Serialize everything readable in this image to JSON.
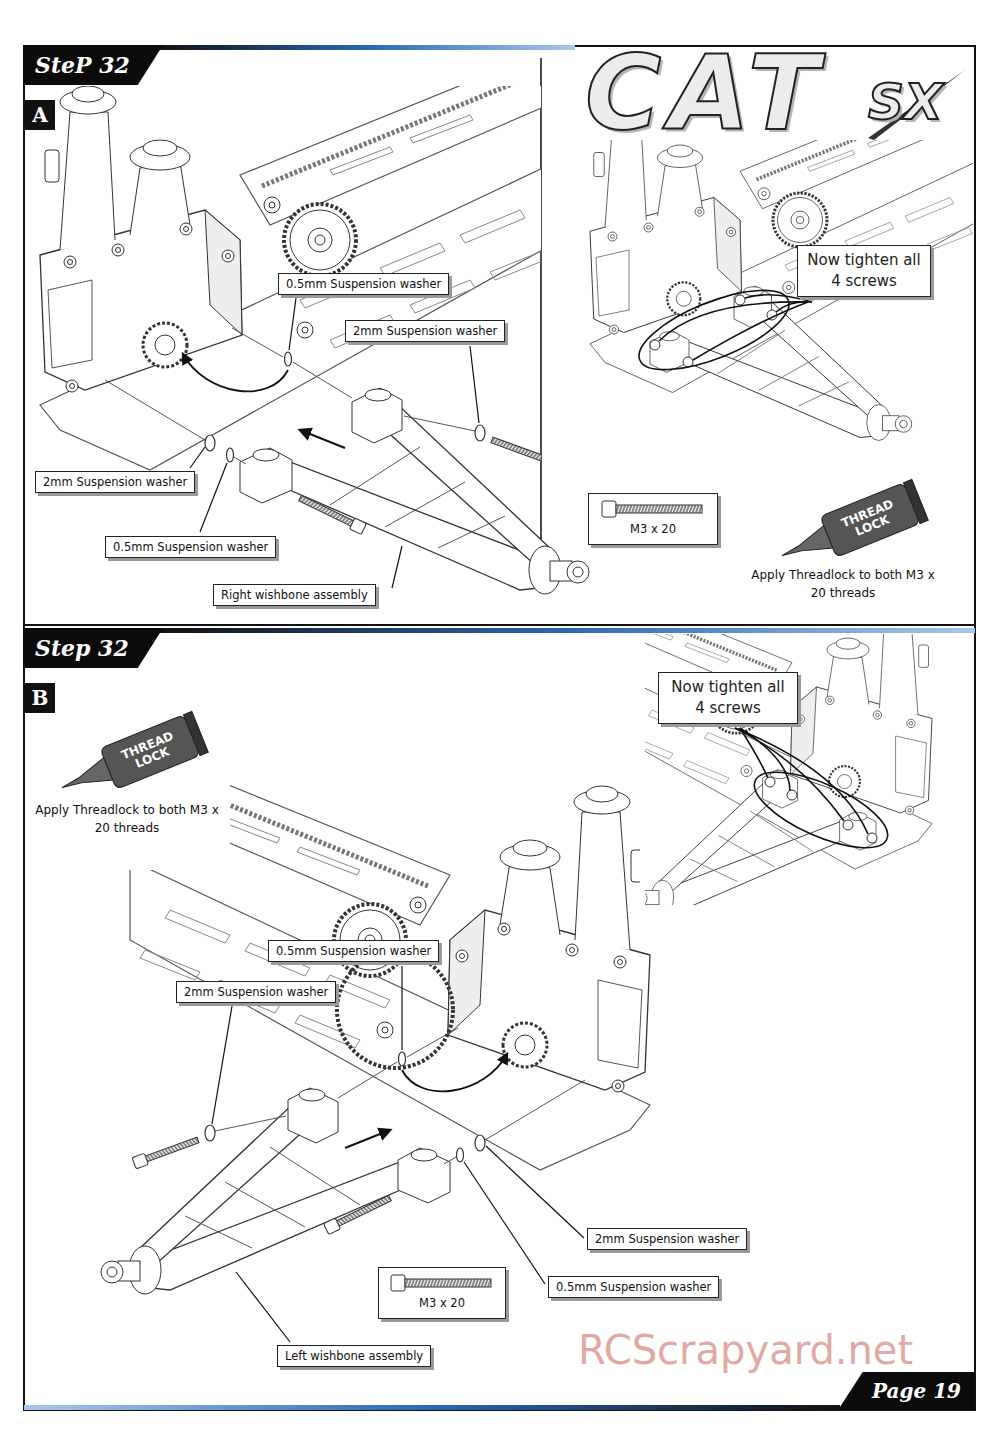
{
  "diagram": {
    "nodes": [
      {
        "text": [
          "SteP 32"
        ]
      },
      {
        "text": [
          "A"
        ]
      },
      {
        "text": [
          "0.5mm Suspension washer"
        ]
      },
      {
        "text": [
          "2mm Suspension washer"
        ]
      },
      {
        "text": [
          "2mm Suspension washer"
        ]
      },
      {
        "text": [
          "0.5mm Suspension washer"
        ]
      },
      {
        "text": [
          "Right wishbone assembly"
        ]
      },
      {
        "text": [
          "M3 x 20"
        ]
      },
      {
        "text": [
          "Now tighten all 4 screws"
        ]
      },
      {
        "text": [
          "Step 32"
        ]
      },
      {
        "text": [
          "B"
        ]
      },
      {
        "text": [
          "Now tighten all 4 screws"
        ]
      },
      {
        "text": [
          "0.5mm Suspension washer"
        ]
      },
      {
        "text": [
          "2mm Suspension washer"
        ]
      },
      {
        "text": [
          "2mm Suspension washer"
        ]
      },
      {
        "text": [
          "0.5mm Suspension washer"
        ]
      },
      {
        "text": [
          "M3 x 20"
        ]
      },
      {
        "text": [
          "Left wishbone assembly"
        ]
      },
      {
        "text": [
          "Page 19"
        ]
      }
    ],
    "labels": [
      "CAT",
      "SX",
      "THREAD LOCK",
      "Apply Threadlock to both M3 x 20 threads",
      "THREAD LOCK",
      "Apply Threadlock to both M3 x 20 threads",
      "RCScrapyard.net"
    ]
  }
}
